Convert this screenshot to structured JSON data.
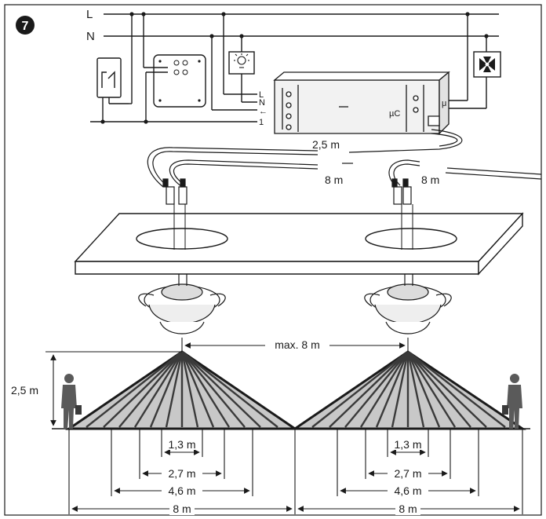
{
  "figure": {
    "step_number": "7",
    "wiring": {
      "line_label": "L",
      "neutral_label": "N",
      "relay_terminals": [
        "L",
        "N",
        "←",
        "1"
      ],
      "fan_terminal": "μ",
      "relay_mark": "µC"
    },
    "cables": {
      "short_length": "2,5 m",
      "long_length_left": "8 m",
      "long_length_right": "8 m"
    },
    "spacing": {
      "max_distance": "max. 8 m",
      "mount_height": "2,5 m"
    },
    "coverage_left": {
      "d1": "1,3 m",
      "d2": "2,7 m",
      "d3": "4,6 m",
      "d4": "8 m"
    },
    "coverage_right": {
      "d1": "1,3 m",
      "d2": "2,7 m",
      "d3": "4,6 m",
      "d4": "8 m"
    },
    "colors": {
      "line": "#1a1a1a",
      "cone_fill": "#c8c8c8",
      "beam": "#3a3a3a",
      "device_fill": "#f2f2f2"
    }
  }
}
